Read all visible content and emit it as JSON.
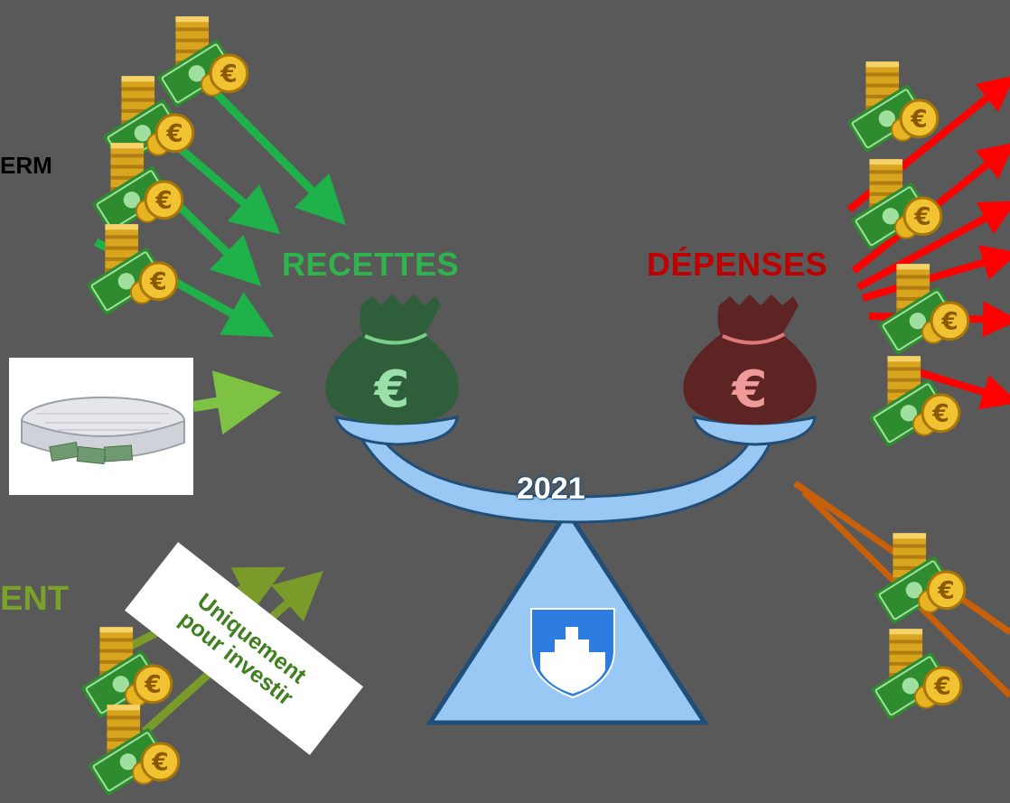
{
  "labels": {
    "erm": "ERM",
    "ent": "ENT",
    "recettes": "RECETTES",
    "depenses": "DÉPENSES",
    "year": "2021"
  },
  "note": {
    "line1": "Uniquement",
    "line2": "pour investir"
  },
  "icons": {
    "money": "coins-and-banknotes-icon",
    "bag_income": "money-bag-euro-icon",
    "bag_expense": "money-bag-euro-icon",
    "crest": "coat-of-arms-icon",
    "mattress": "mattress-with-cash-icon"
  },
  "colors": {
    "background": "#595959",
    "income_arrow": "#1fb24a",
    "savings_arrow": "#7dc242",
    "invest_arrow": "#7a9a2a",
    "expense_arrow": "#ff0000",
    "debt_arrow": "#c8600a",
    "scale": "#9ac8f5",
    "scale_outline": "#1f4e79",
    "bag_income": "#2e5e3a",
    "bag_expense": "#5e2424"
  }
}
